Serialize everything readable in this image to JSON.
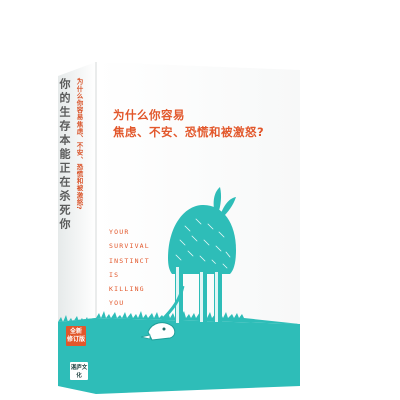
{
  "book": {
    "cover": {
      "title_line1": "为什么你容易",
      "title_line2": "焦虑、不安、恐慌和被激怒?",
      "english_lines": [
        "YOUR",
        "SURVIVAL",
        "INSTINCT",
        "IS",
        "KILLING",
        "YOU"
      ]
    },
    "spine": {
      "title": "你的生存本能正在杀死你",
      "subtitle": "为什么你容易焦虑、不安、恐慌和被激怒?",
      "edition_badge_line1": "全新",
      "edition_badge_line2": "修订版",
      "publisher": "湛庐文化"
    },
    "colors": {
      "accent_orange": "#e2572b",
      "teal": "#2ebdb8",
      "spine_white": "#f4f6f5"
    }
  }
}
